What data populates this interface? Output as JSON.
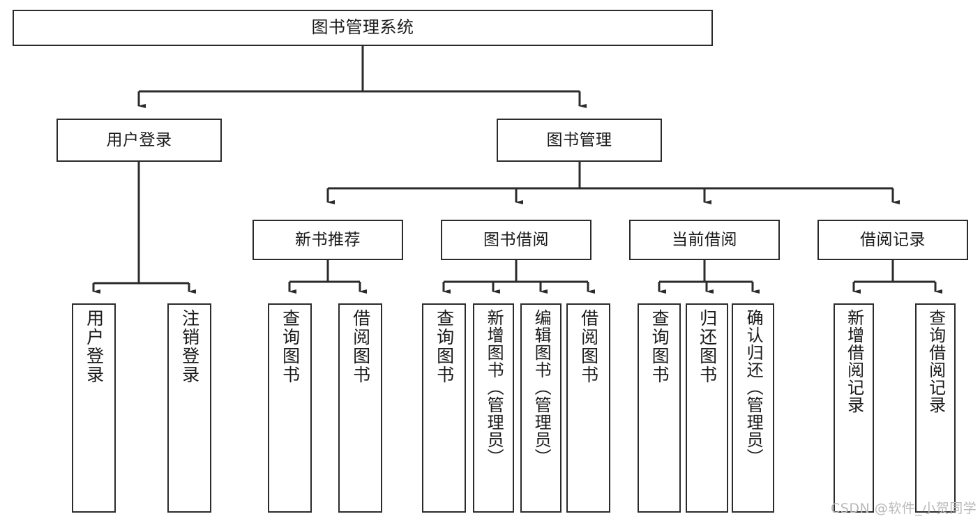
{
  "diagram": {
    "type": "tree",
    "title": "图书管理系统",
    "orientation": "top-down",
    "colors": {
      "node_border": "#2b2b2b",
      "node_fill": "#ffffff",
      "edge": "#2b2b2b",
      "text": "#1a1a1a",
      "watermark": "#b9b9b9",
      "background": "#ffffff"
    },
    "nodes": {
      "root": {
        "label": "图书管理系统"
      },
      "level2": [
        {
          "label": "用户登录"
        },
        {
          "label": "图书管理"
        }
      ],
      "level3": [
        {
          "label": "新书推荐"
        },
        {
          "label": "图书借阅"
        },
        {
          "label": "当前借阅"
        },
        {
          "label": "借阅记录"
        }
      ],
      "leaves_user_login": [
        {
          "label": "用户登录"
        },
        {
          "label": "注销登录"
        }
      ],
      "leaves_new_book": [
        {
          "label": "查询图书"
        },
        {
          "label": "借阅图书"
        }
      ],
      "leaves_borrow": [
        {
          "label": "查询图书"
        },
        {
          "label": "新增图书（管理员）"
        },
        {
          "label": "编辑图书（管理员）"
        },
        {
          "label": "借阅图书"
        }
      ],
      "leaves_current": [
        {
          "label": "查询图书"
        },
        {
          "label": "归还图书"
        },
        {
          "label": "确认归还（管理员）"
        }
      ],
      "leaves_record": [
        {
          "label": "新增借阅记录"
        },
        {
          "label": "查询借阅记录"
        }
      ]
    },
    "watermark": "CSDN @软件_小贺同学"
  }
}
